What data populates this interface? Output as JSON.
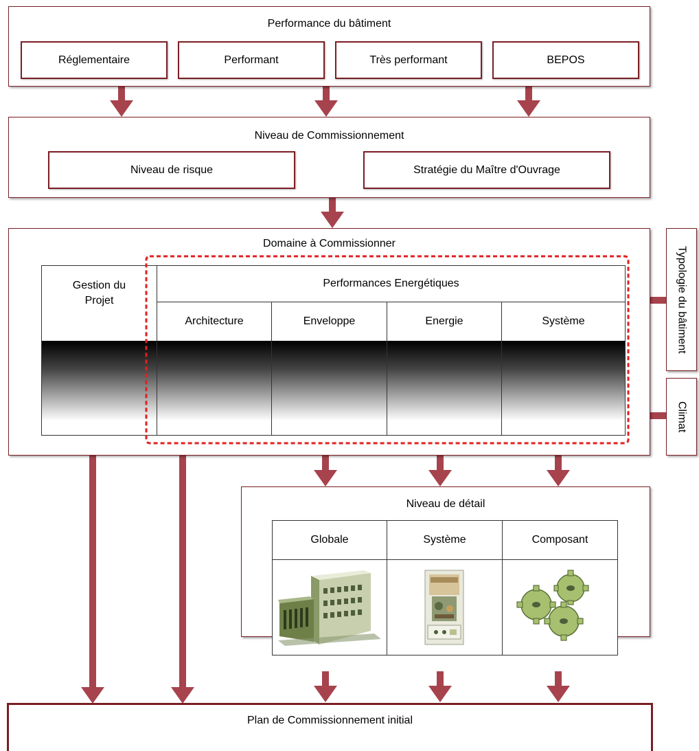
{
  "performance": {
    "title": "Performance du bâtiment",
    "items": [
      "Réglementaire",
      "Performant",
      "Très performant",
      "BEPOS"
    ]
  },
  "commissioning_level": {
    "title": "Niveau de Commissionnement",
    "items": [
      "Niveau de risque",
      "Stratégie du Maître d'Ouvrage"
    ]
  },
  "domain": {
    "title": "Domaine à Commissionner",
    "project_management": "Gestion du Projet",
    "energy_title": "Performances Energétiques",
    "energy_items": [
      "Architecture",
      "Enveloppe",
      "Energie",
      "Système"
    ]
  },
  "side": {
    "typology": "Typologie du bâtiment",
    "climate": "Climat"
  },
  "detail": {
    "title": "Niveau de détail",
    "items": [
      "Globale",
      "Système",
      "Composant"
    ],
    "icons": [
      "building-image",
      "boiler-image",
      "gears-image"
    ]
  },
  "plan": {
    "title": "Plan de Commissionnement initial"
  },
  "colors": {
    "accent": "#7a1e24",
    "arrow": "#a7434d",
    "dashed": "#e02020"
  }
}
